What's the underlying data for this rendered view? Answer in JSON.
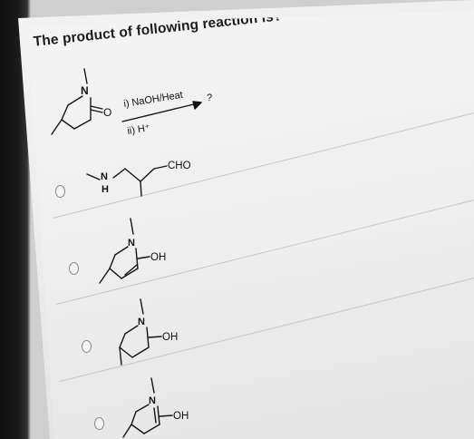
{
  "question": {
    "text": "The product of following reaction is?"
  },
  "reaction": {
    "reactant_n_label": "N",
    "reactant_o_label": "O",
    "condition_1": "i) NaOH/Heat",
    "condition_2": "ii) H⁺",
    "product_placeholder": "?"
  },
  "options": [
    {
      "n_label": "N",
      "h_label": "H",
      "group_label": "CHO",
      "selected": false
    },
    {
      "n_label": "N",
      "group_label": "OH",
      "selected": false
    },
    {
      "n_label": "N",
      "group_label": "OH",
      "selected": false
    },
    {
      "n_label": "N",
      "group_label": "OH",
      "selected": false
    }
  ]
}
